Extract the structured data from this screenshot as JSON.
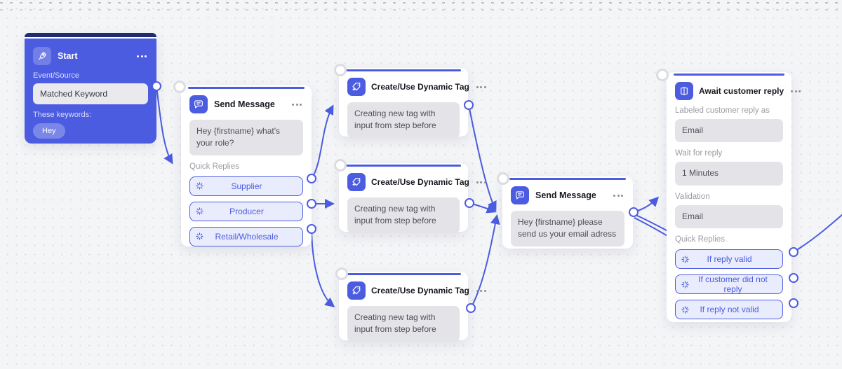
{
  "colors": {
    "accent": "#4c5ce0",
    "start_topbar": "#1f2d6e",
    "edge": "#4c5ce0"
  },
  "start": {
    "title": "Start",
    "event_label": "Event/Source",
    "event_value": "Matched Keyword",
    "keywords_label": "These keywords:",
    "keyword_tag": "Hey"
  },
  "send_message_1": {
    "title": "Send Message",
    "message": "Hey {firstname} what's your role?",
    "quick_replies_label": "Quick Replies",
    "replies": [
      "Supplier",
      "Producer",
      "Retail/Wholesale"
    ]
  },
  "dynamic_tag": {
    "title": "Create/Use Dynamic Tag",
    "body": "Creating new tag with input from step before"
  },
  "send_message_2": {
    "title": "Send Message",
    "message": "Hey {firstname} please send us your email adress"
  },
  "await_reply": {
    "title": "Await customer reply",
    "fields": [
      {
        "label": "Labeled customer reply as",
        "value": "Email"
      },
      {
        "label": "Wait for reply",
        "value": "1 Minutes"
      },
      {
        "label": "Validation",
        "value": "Email"
      }
    ],
    "quick_replies_label": "Quick Replies",
    "replies": [
      "If reply valid",
      "If customer did not reply",
      "If reply not valid"
    ]
  }
}
